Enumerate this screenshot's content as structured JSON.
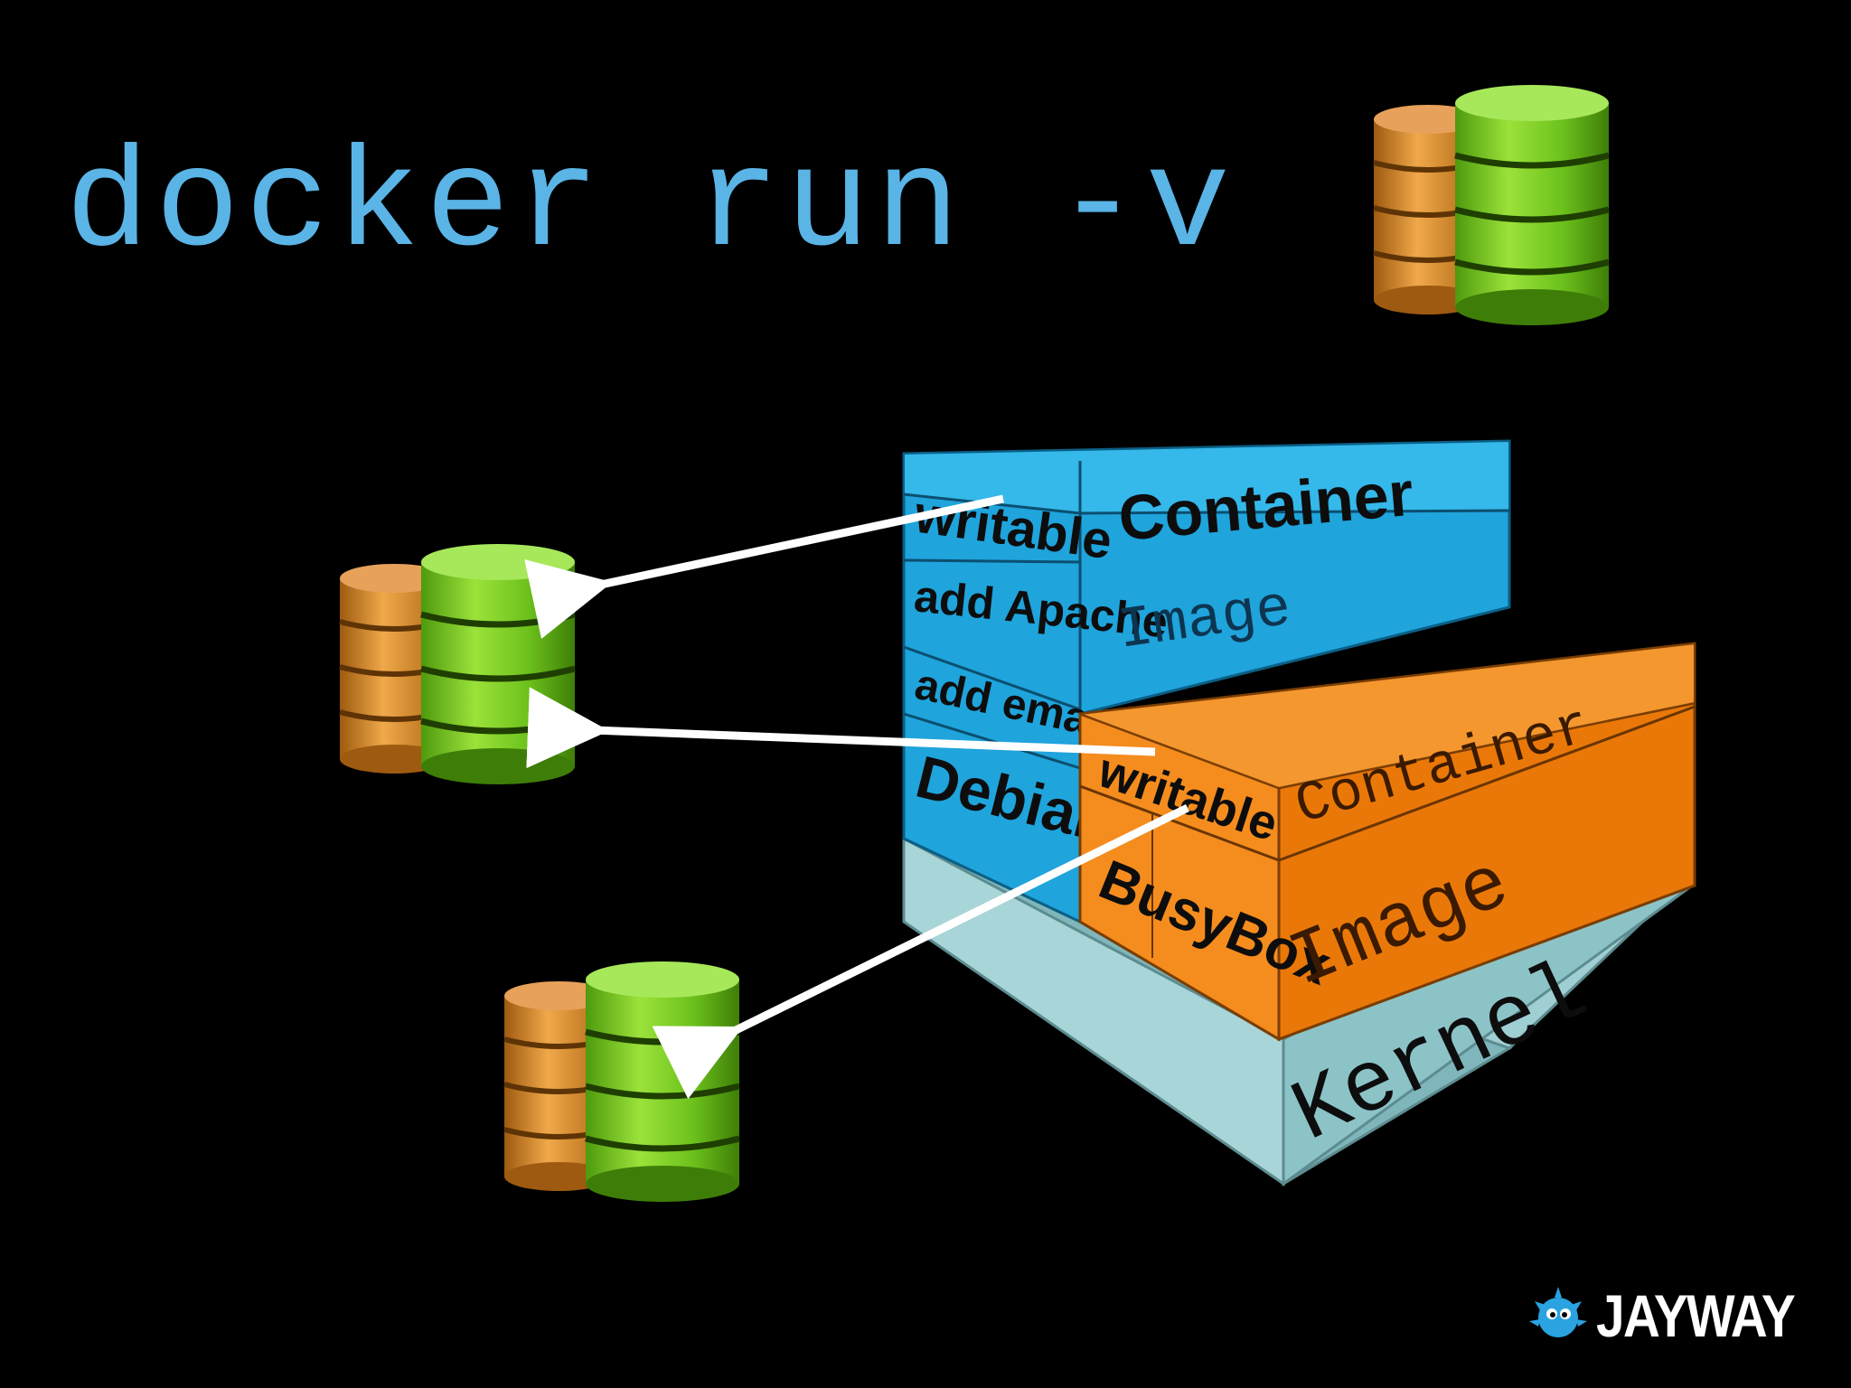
{
  "title": "docker run -v",
  "logo": {
    "text": "JAYWAY"
  },
  "colors": {
    "title": "#5ab4e6",
    "image_blue": "#1fa4dc",
    "image_orange": "#f07c0a",
    "kernel": "#9fcfd2",
    "arrow": "#ffffff",
    "volume_green": "#6fc01e",
    "volume_orange": "#d88a22"
  },
  "stack_debian": {
    "layers": [
      "Debian",
      "add emacs",
      "add Apache",
      "writable"
    ],
    "image_label": "Image",
    "container_label": "Container"
  },
  "stack_busybox": {
    "layers": [
      "BusyBox",
      "writable"
    ],
    "image_label": "Image",
    "container_label": "Container"
  },
  "kernel_label": "Kernel",
  "volume_icons": [
    "volume-icon",
    "volume-icon",
    "volume-icon",
    "volume-icon"
  ]
}
